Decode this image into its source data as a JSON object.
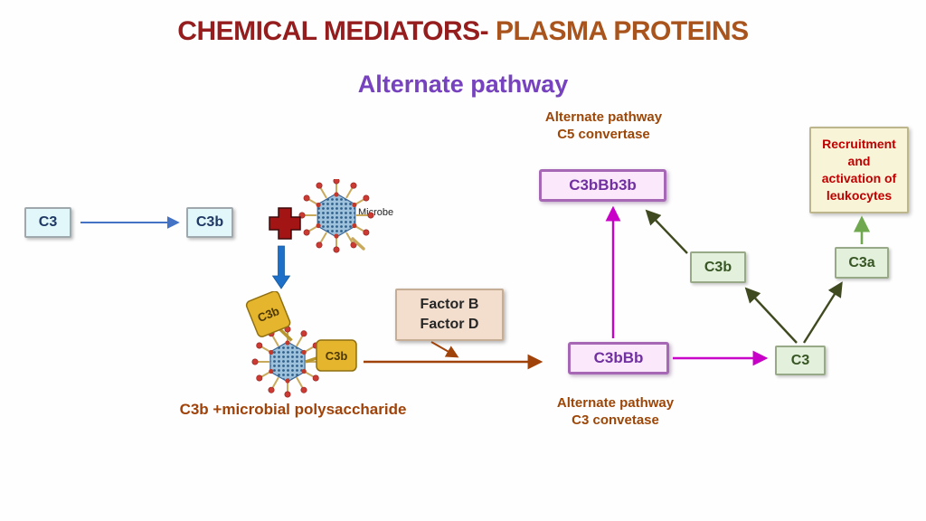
{
  "slide": {
    "title": {
      "part1": "CHEMICAL MEDIATORS- ",
      "part2": "PLASMA PROTEINS"
    },
    "subtitle": "Alternate pathway"
  },
  "pathway": {
    "c3_initial": "C3",
    "c3b_initial": "C3b",
    "microbe_label": "Microbe",
    "bound_complex_caption": "C3b +microbial polysaccharide",
    "flag_left": "C3b",
    "flag_right": "C3b",
    "factor_box": {
      "line1": "Factor B",
      "line2": "Factor D"
    },
    "c3_convertase_box": "C3bBb",
    "c3_convertase_label": {
      "line1": "Alternate pathway",
      "line2": "C3 convetase"
    },
    "c5_convertase_box": "C3bBb3b",
    "c5_convertase_label": {
      "line1": "Alternate pathway",
      "line2": "C5 convertase"
    },
    "c3_substrate": "C3",
    "c3b_product": "C3b",
    "c3a_product": "C3a",
    "recruitment_box": {
      "line1": "Recruitment",
      "line2": "and",
      "line3": "activation of",
      "line4": "leukocytes"
    }
  },
  "colors": {
    "title_primary": "#951D1D",
    "title_secondary": "#A9541C",
    "subtitle_purple": "#7742BE",
    "label_brown": "#9C4708",
    "cyan_box_fill": "#E1F7F9",
    "cyan_box_text": "#1F3864",
    "purple_box_fill": "#FBE9FB",
    "purple_box_border": "#A668B5",
    "purple_box_text": "#7030A0",
    "green_box_fill": "#E2F0DC",
    "green_box_text": "#375623",
    "recruitment_fill": "#F8F4D8",
    "recruitment_text": "#C00000",
    "factor_fill": "#F3DECE",
    "arrow_blue": "#4472C4",
    "arrow_blue_thick": "#1D6FC8",
    "arrow_brown": "#A0430A",
    "arrow_magenta": "#C800C8",
    "arrow_olive": "#3F4A20",
    "arrow_green": "#6FA84F",
    "plus_cross_red": "#A31515",
    "microbe_gold": "#C9A95C",
    "microbe_knob_red": "#CC3B33",
    "flag_gold": "#E5B52E"
  }
}
